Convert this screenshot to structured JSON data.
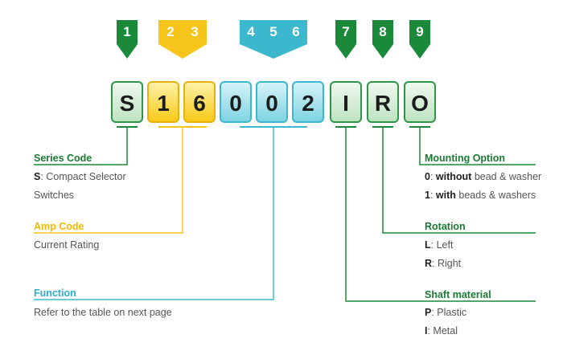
{
  "badges": [
    "1",
    "2",
    "3",
    "4",
    "5",
    "6",
    "7",
    "8",
    "9"
  ],
  "code_chars": [
    "S",
    "1",
    "6",
    "0",
    "0",
    "2",
    "I",
    "R",
    "O"
  ],
  "colors": {
    "green": "#1a8a3a",
    "yellow": "#f6c51b",
    "blue": "#3bb8ce"
  },
  "series": {
    "title": "Series Code",
    "line1_key": "S",
    "line1_text": ": Compact Selector",
    "line2_text": "Switches"
  },
  "amp": {
    "title": "Amp Code",
    "line1_text": "Current Rating"
  },
  "function": {
    "title": "Function",
    "line1_text": "Refer to the table on next page"
  },
  "mounting": {
    "title": "Mounting Option",
    "opt1_key": "0",
    "opt1_pre": ": ",
    "opt1_bold": "without",
    "opt1_post": " bead & washer",
    "opt2_key": "1",
    "opt2_pre": ": ",
    "opt2_bold": "with",
    "opt2_post": " beads & washers"
  },
  "rotation": {
    "title": "Rotation",
    "opt1_key": "L",
    "opt1_text": ": Left",
    "opt2_key": "R",
    "opt2_text": ": Right"
  },
  "shaft": {
    "title": "Shaft material",
    "opt1_key": "P",
    "opt1_text": ": Plastic",
    "opt2_key": "I",
    "opt2_text": ": Metal"
  }
}
